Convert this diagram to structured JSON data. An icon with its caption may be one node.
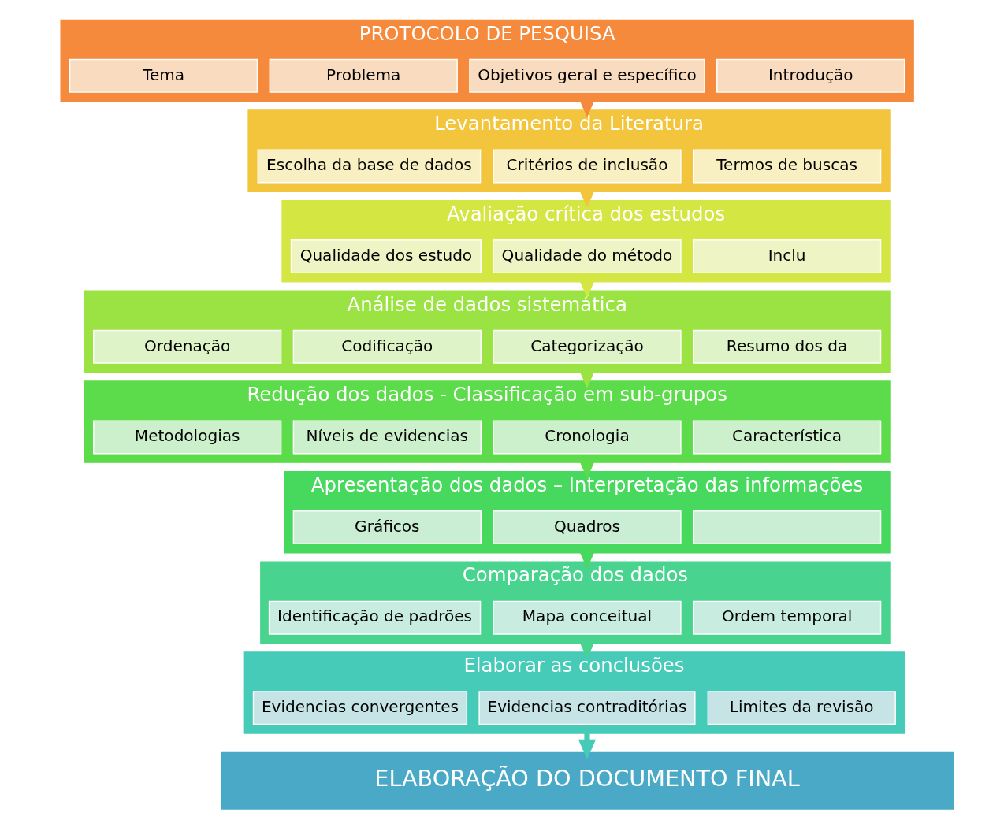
{
  "diagram": {
    "nodes": [
      {
        "text": [
          "PROTOCOLO DE PESQUISA"
        ]
      },
      {
        "text": [
          "Tema"
        ],
        "in": 0
      },
      {
        "text": [
          "Problema"
        ],
        "in": 0
      },
      {
        "text": [
          "Objetivos geral e específico"
        ],
        "in": 0
      },
      {
        "text": [
          "Introdução"
        ],
        "in": 0
      },
      {
        "text": [
          "Levantamento da Literatura"
        ]
      },
      {
        "text": [
          "Escolha da base de dados"
        ],
        "in": 5
      },
      {
        "text": [
          "Critérios de inclusão"
        ],
        "in": 5
      },
      {
        "text": [
          "Termos de buscas"
        ],
        "in": 5
      },
      {
        "text": [
          "Avaliação crítica dos estudos"
        ]
      },
      {
        "text": [
          "Qualidade dos estudo"
        ],
        "in": 9
      },
      {
        "text": [
          "Qualidade do método"
        ],
        "in": 9
      },
      {
        "text": [
          "Inclu"
        ],
        "in": 9
      },
      {
        "text": [
          "Análise de dados sistemática"
        ]
      },
      {
        "text": [
          "Ordenação"
        ],
        "in": 13
      },
      {
        "text": [
          "Codificação"
        ],
        "in": 13
      },
      {
        "text": [
          "Categorização"
        ],
        "in": 13
      },
      {
        "text": [
          "Resumo dos da"
        ],
        "in": 13
      },
      {
        "text": [
          "Redução dos dados - Classificação em sub-grupos"
        ]
      },
      {
        "text": [
          "Metodologias"
        ],
        "in": 18
      },
      {
        "text": [
          "Níveis de evidencias"
        ],
        "in": 18
      },
      {
        "text": [
          "Cronologia"
        ],
        "in": 18
      },
      {
        "text": [
          "Característica"
        ],
        "in": 18
      },
      {
        "text": [
          "Apresentação dos dados – Interpretação das informações"
        ]
      },
      {
        "text": [
          "Gráficos"
        ],
        "in": 23
      },
      {
        "text": [
          "Quadros"
        ],
        "in": 23
      },
      {
        "text": [],
        "shape": "box",
        "in": 23
      },
      {
        "text": [
          "Comparação dos dados"
        ]
      },
      {
        "text": [
          "Identificação de padrões"
        ],
        "in": 27
      },
      {
        "text": [
          "Mapa conceitual"
        ],
        "in": 27
      },
      {
        "text": [
          "Ordem temporal"
        ],
        "in": 27
      },
      {
        "text": [
          "Elaborar as conclusões"
        ]
      },
      {
        "text": [
          "Evidencias convergentes"
        ],
        "in": 31
      },
      {
        "text": [
          "Evidencias contraditórias"
        ],
        "in": 31
      },
      {
        "text": [
          "Limites da revisão"
        ],
        "in": 31
      },
      {
        "text": [
          "ELABORAÇÃO DO DOCUMENTO FINAL"
        ]
      }
    ],
    "edges": [
      {
        "from": 0,
        "to": 5,
        "arrow": "to",
        "color": "#f58a3c"
      },
      {
        "from": 5,
        "to": 9,
        "arrow": "to",
        "color": "#f2c53d"
      },
      {
        "from": 9,
        "to": 13,
        "arrow": "to",
        "color": "#d4e642"
      },
      {
        "from": 13,
        "to": 18,
        "arrow": "to",
        "color": "#9be342"
      },
      {
        "from": 18,
        "to": 23,
        "arrow": "to",
        "color": "#5cdc4a"
      },
      {
        "from": 23,
        "to": 27,
        "arrow": "to",
        "color": "#47d85e"
      },
      {
        "from": 27,
        "to": 31,
        "arrow": "to",
        "color": "#48d48e"
      },
      {
        "from": 31,
        "to": 35,
        "arrow": "to",
        "color": "#45cbb8"
      }
    ]
  }
}
